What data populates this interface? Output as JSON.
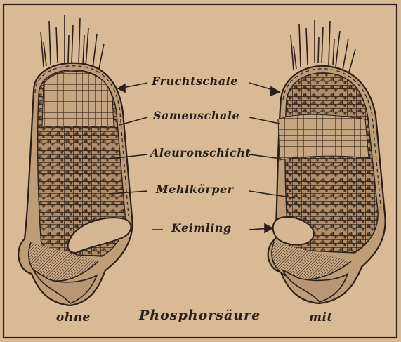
{
  "labels": {
    "parts": [
      "Fruchtschale",
      "Samenschale",
      "Aleuronschicht",
      "Mehlkörper",
      "Keimling"
    ],
    "left_caption": "ohne",
    "right_caption": "mit",
    "title": "Phosphorsäure"
  },
  "colors": {
    "paper": "#d9b996",
    "ink": "#2b2018",
    "cell_fill": "#7a5f45",
    "grain_fill": "#b89676"
  }
}
